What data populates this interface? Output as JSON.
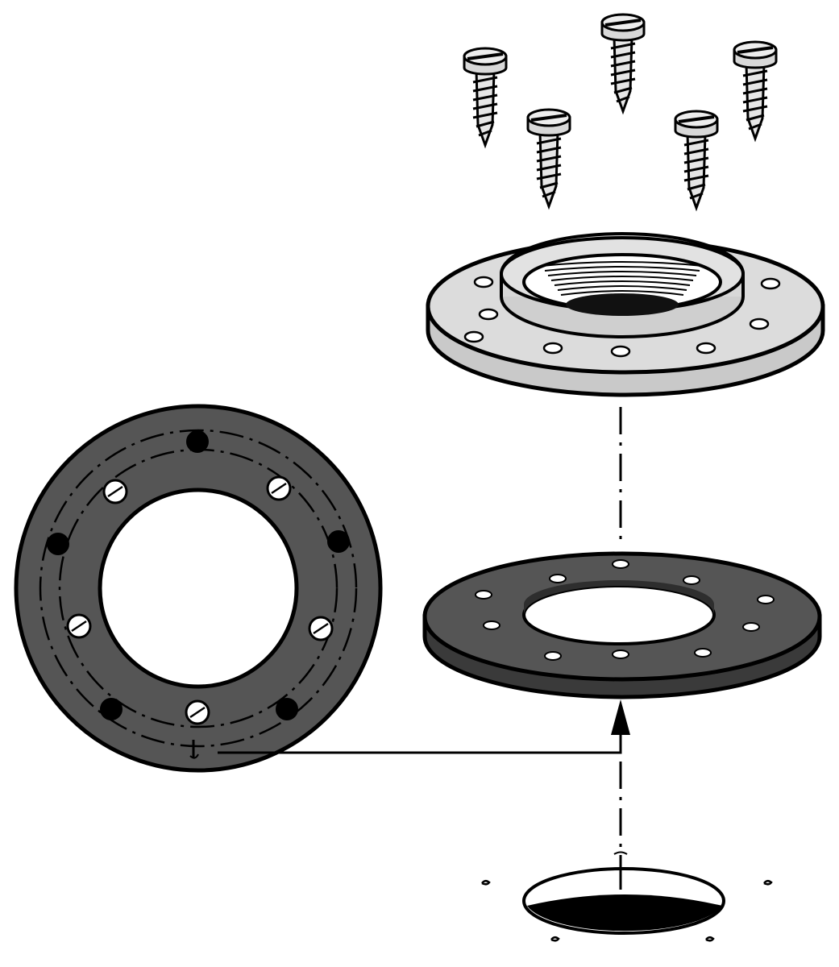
{
  "diagram": {
    "kind": "exploded-assembly-illustration",
    "palette": {
      "ink": "#000000",
      "flange_fill": "#d6d6d6",
      "gasket_fill": "#4d4d4d",
      "background": "#ffffff"
    },
    "parts": [
      {
        "name": "screw",
        "count": 5
      },
      {
        "name": "threaded-flange",
        "count": 1
      },
      {
        "name": "gasket",
        "count": 1
      },
      {
        "name": "gasket-top-view",
        "count": 1
      },
      {
        "name": "mounting-hole",
        "count": 1
      }
    ]
  }
}
